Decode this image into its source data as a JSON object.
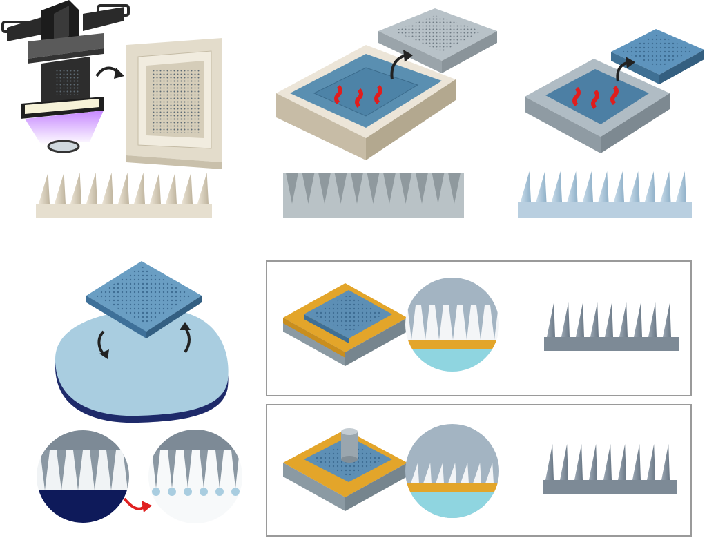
{
  "figure": {
    "panels": [
      {
        "id": "printing",
        "description_icon": "3d-printer-icon"
      },
      {
        "id": "pdms-mold-casting",
        "description_icon": "mold-icon"
      },
      {
        "id": "replica-demolding",
        "description_icon": "replica-icon"
      },
      {
        "id": "wafer-transfer",
        "description_icon": "wafer-icon"
      },
      {
        "id": "process-a",
        "description_icon": "substrate-icon"
      },
      {
        "id": "process-b",
        "description_icon": "press-icon"
      }
    ],
    "colors": {
      "beige": "#e0d8c8",
      "mold_gray": "#b8c2c8",
      "replica_blue": "#b7cfe0",
      "resin_blue": "#4f7fa3",
      "orange": "#e3a52a",
      "cyan": "#8fd5e0",
      "navy": "#1a2a6e",
      "spike_gray": "#7a8896",
      "red": "#e02020",
      "frame": "#9a9a9a"
    }
  }
}
